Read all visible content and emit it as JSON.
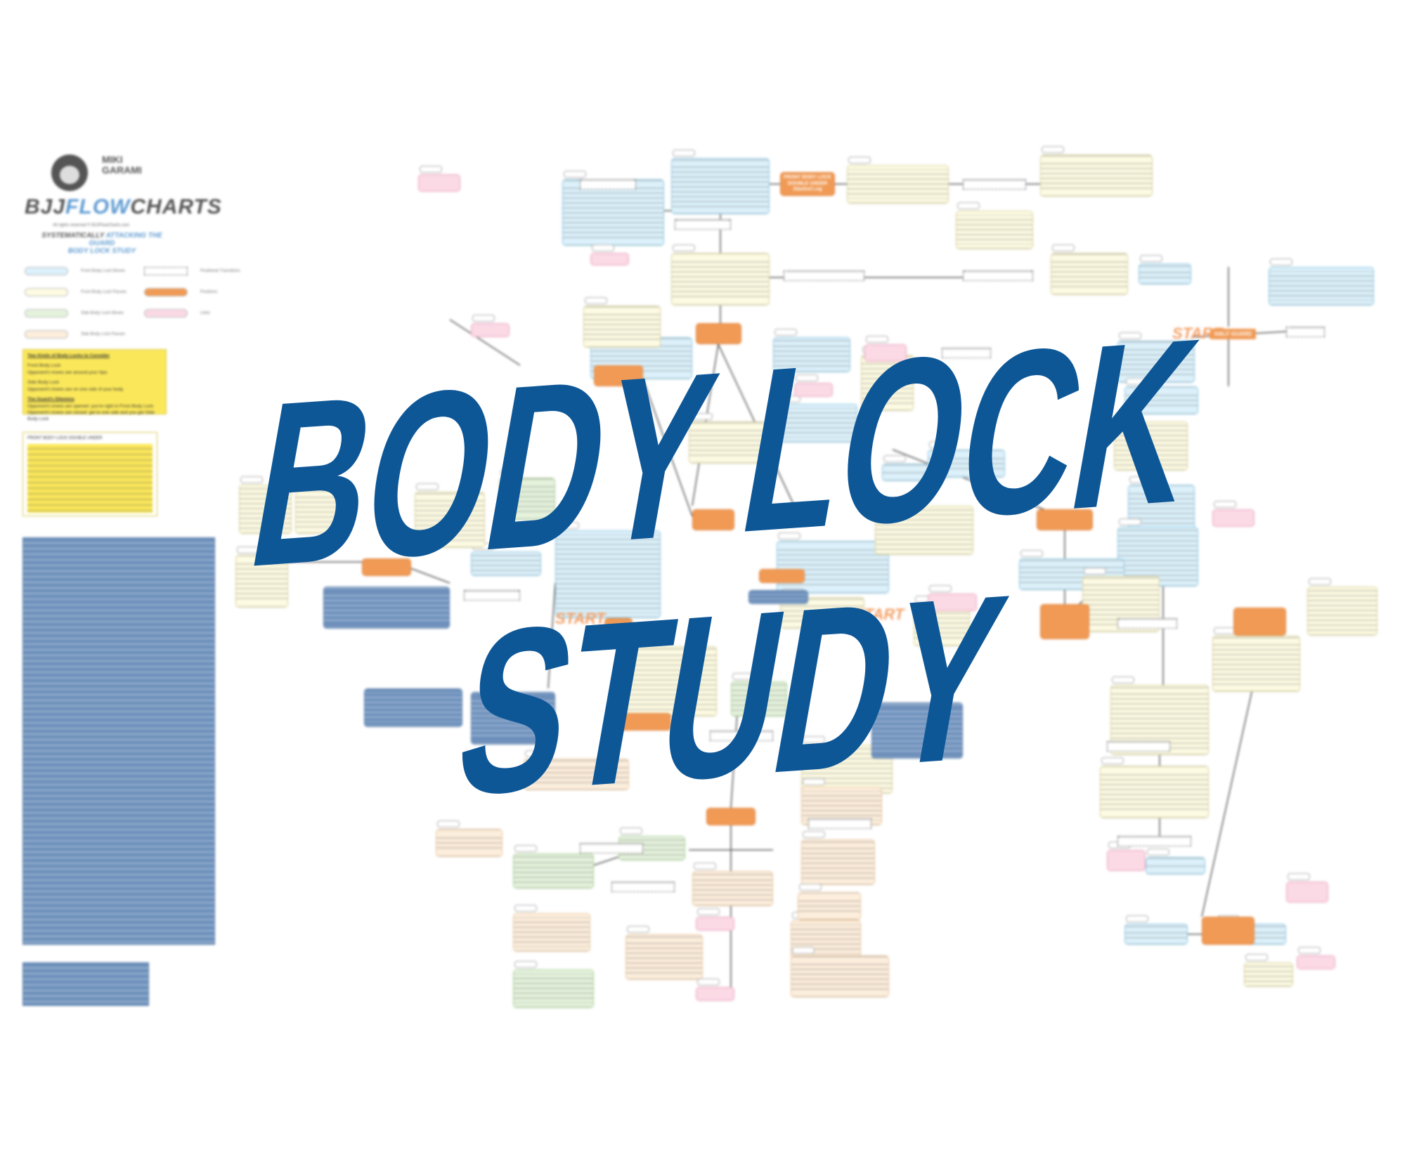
{
  "logo": {
    "name_line1": "MIKI",
    "name_line2": "GARAMI",
    "brand_a": "BJJ",
    "brand_b": "FLOW",
    "brand_c": "CHARTS",
    "rights": "All rights reserved © BJJFlowCharts.com",
    "subtitle_a": "SYSTEMATICALLY",
    "subtitle_b": "ATTACKING THE GUARD",
    "subtitle_c": "BODY LOCK STUDY"
  },
  "legend": {
    "items": [
      {
        "label": "Front Body Lock Moves",
        "color": "#dcf1fb"
      },
      {
        "label": "Front Body Lock Passes",
        "color": "#fdfbe2"
      },
      {
        "label": "Side Body Lock Moves",
        "color": "#e5f3dd"
      },
      {
        "label": "Side Body Lock Passes",
        "color": "#fdeedc"
      },
      {
        "label": "Positional Transitions",
        "color": "#ffffff"
      },
      {
        "label": "Positions",
        "color": "#f09a55"
      },
      {
        "label": "Links",
        "color": "#fbd9e5"
      }
    ]
  },
  "notes": {
    "two_kinds": {
      "heading": "Two Kinds of Body Locks to Consider",
      "front_title": "Front Body Lock",
      "front_text": "Opponent's knees are around your hips",
      "side_title": "Side Body Lock",
      "side_text": "Opponent's knees are on one side of your body",
      "dilemma_title": "The Guard's Dilemma",
      "dilemma_text": "Opponent's knees are opened: you're right to Front Body Lock. Opponent's knees are closed: get to one side and you get Side Body Lock"
    },
    "double_under": {
      "heading": "FRONT BODY LOCK DOUBLE UNDER"
    }
  },
  "diagram": {
    "position_label": "FRONT BODY LOCK DOUBLE UNDER Stacked Leg",
    "start_label": "START",
    "half_guard_label": "HALF GUARD"
  },
  "overlay": {
    "line1": "BODY LOCK",
    "line2": "STUDY",
    "color": "#0e5797"
  }
}
